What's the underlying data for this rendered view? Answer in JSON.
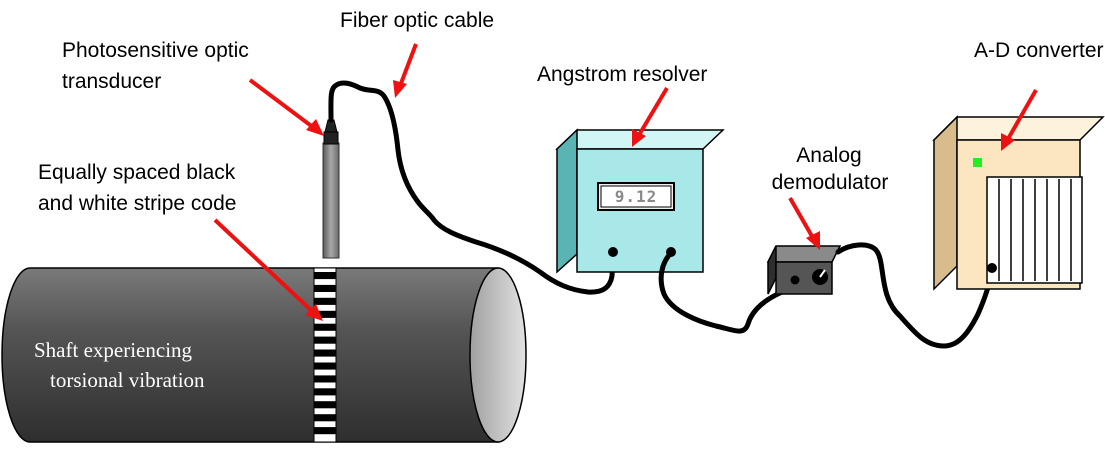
{
  "labels": {
    "fiber_optic_cable": "Fiber optic cable",
    "photosensitive_line1": "Photosensitive optic",
    "photosensitive_line2": "transducer",
    "angstrom_resolver": "Angstrom resolver",
    "ad_converter": "A-D converter",
    "analog_line1": "Analog",
    "analog_line2": "demodulator",
    "stripe_line1": "Equally spaced black",
    "stripe_line2": "and white stripe code",
    "shaft_line1": "Shaft experiencing",
    "shaft_line2": "torsional vibration"
  },
  "resolver_display": "9.12",
  "colors": {
    "arrow": "#ee1111",
    "shaft": "#555555",
    "resolver": "#a8e8e8",
    "demodulator": "#555555",
    "converter": "#fbe6c0",
    "indicator": "#22ee22"
  }
}
